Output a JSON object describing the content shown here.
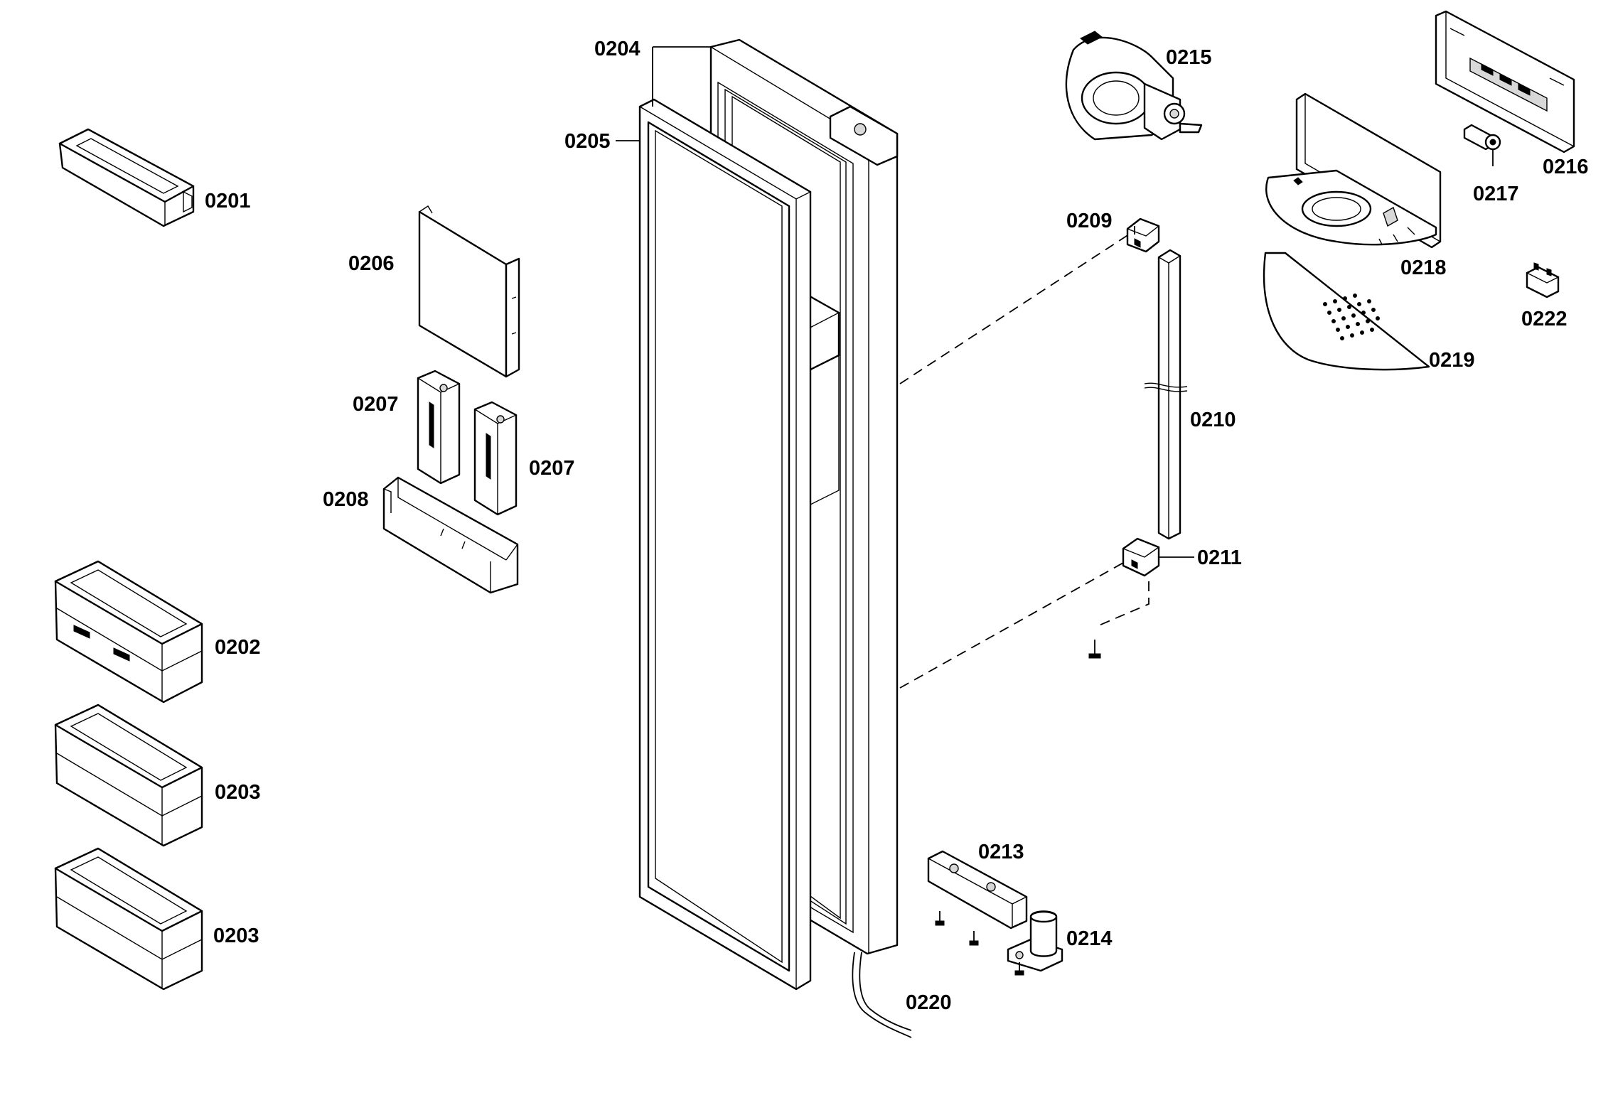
{
  "diagram": {
    "part_labels": {
      "p0201": "0201",
      "p0202": "0202",
      "p0203a": "0203",
      "p0203b": "0203",
      "p0204": "0204",
      "p0205": "0205",
      "p0206": "0206",
      "p0207a": "0207",
      "p0207b": "0207",
      "p0208": "0208",
      "p0209": "0209",
      "p0210": "0210",
      "p0211": "0211",
      "p0213": "0213",
      "p0214": "0214",
      "p0215": "0215",
      "p0216": "0216",
      "p0217": "0217",
      "p0218": "0218",
      "p0219": "0219",
      "p0220": "0220",
      "p0222": "0222"
    }
  }
}
